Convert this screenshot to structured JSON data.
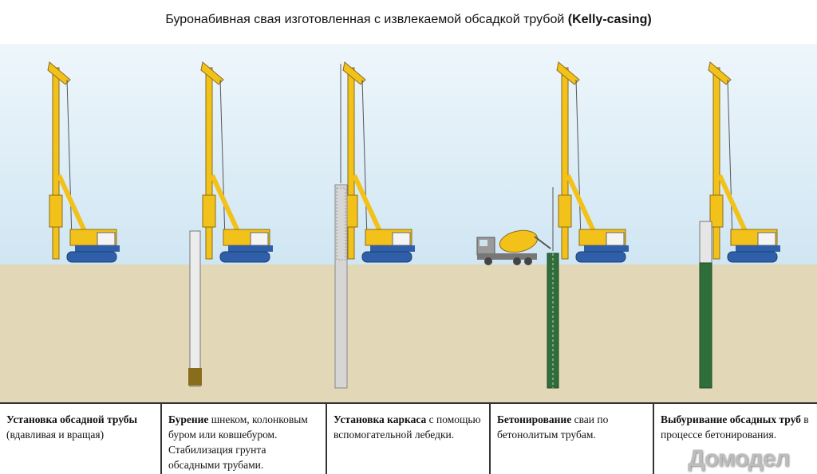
{
  "title": {
    "main": "Буронабивная свая изготовленная с извлекаемой обсадкой трубой ",
    "bold": "(Kelly-casing)"
  },
  "steps": [
    {
      "bold": "Установка обсадной трубы",
      "text": " (вдавливая и вращая)"
    },
    {
      "bold": "Бурение",
      "text": " шнеком, колонковым буром или ковшебуром. Стабилизация грунта обсадными трубами."
    },
    {
      "bold": "Установка каркаса",
      "text": " с помощью вспомогательной лебедки."
    },
    {
      "bold": "Бетонирование",
      "text": " сваи по бетонолитым трубам."
    },
    {
      "bold": "Выбуривание обсадных труб",
      "text": " в процессе бетонирования."
    }
  ],
  "watermark": "Домодел",
  "colors": {
    "sky": "#d3e8f4",
    "ground": "#e2d8b8",
    "rig": "#f2c21b",
    "tracks": "#2e5fa8",
    "concrete": "#2f6e3a",
    "cage": "#c9c9c9"
  }
}
